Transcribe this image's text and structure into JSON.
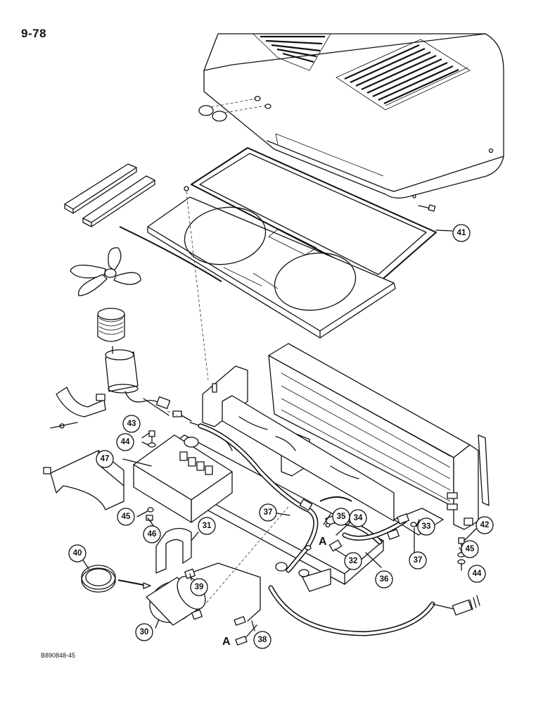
{
  "page_number": "9-78",
  "figure_code": "B890848-45",
  "reference_letter": "A",
  "callouts": [
    "30",
    "31",
    "32",
    "33",
    "34",
    "35",
    "36",
    "37",
    "37",
    "38",
    "39",
    "40",
    "41",
    "42",
    "43",
    "44",
    "44",
    "45",
    "45",
    "46",
    "47"
  ]
}
